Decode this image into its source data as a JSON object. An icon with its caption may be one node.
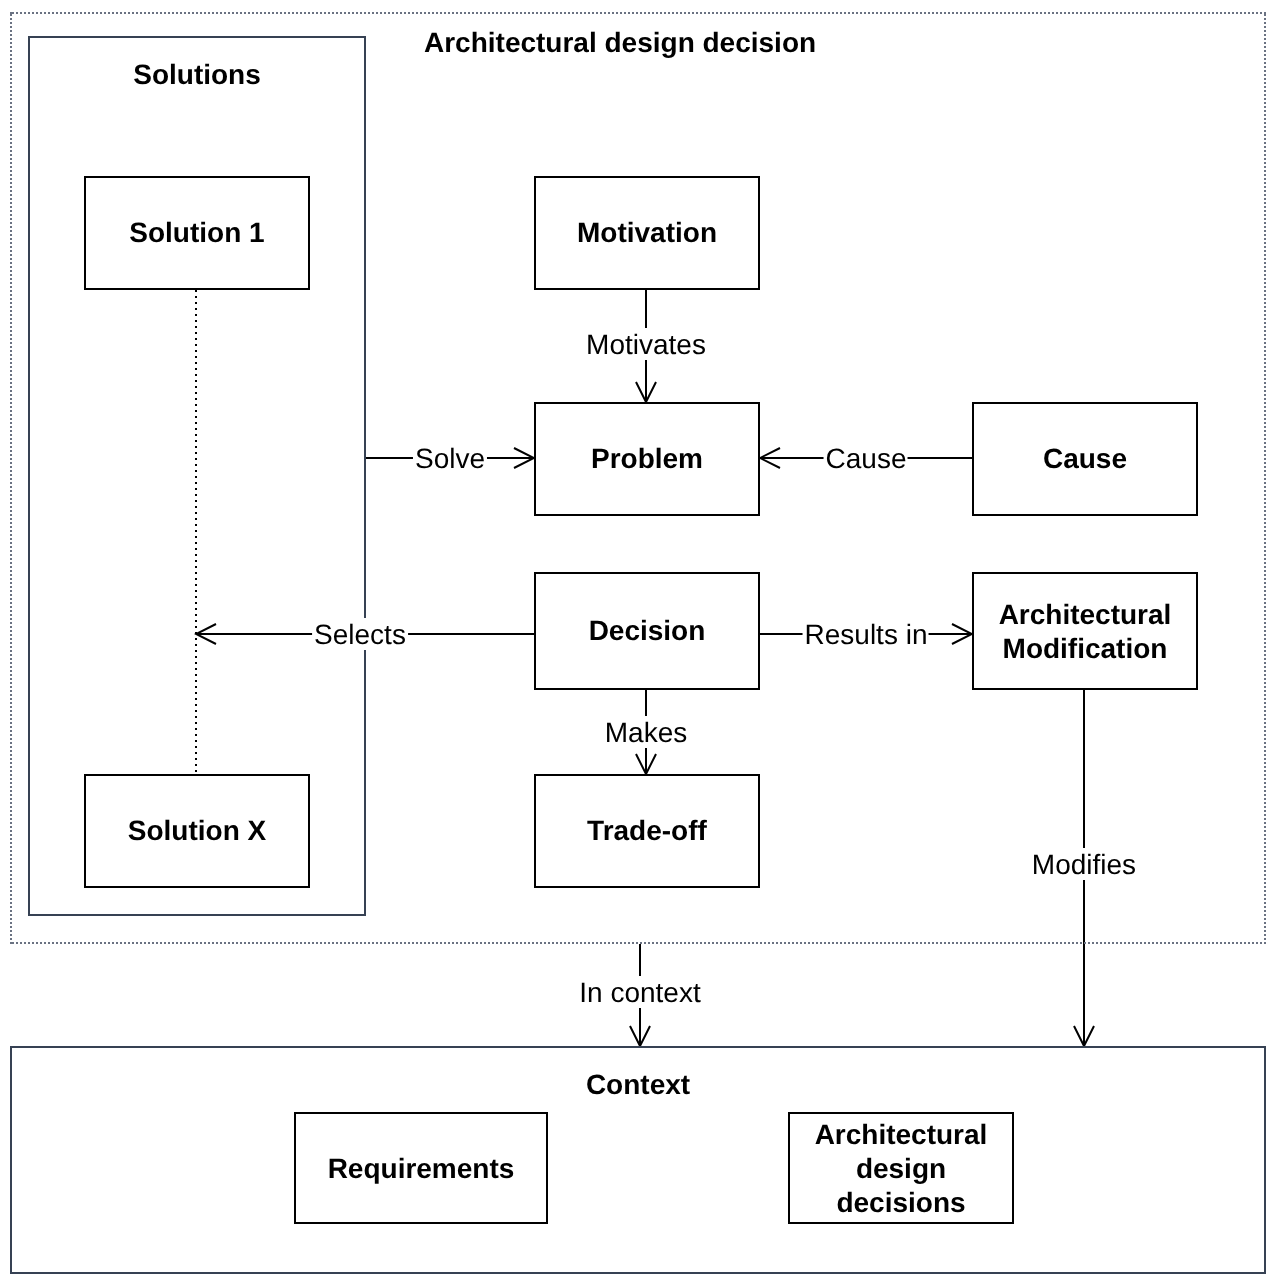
{
  "diagram": {
    "nodes": [
      {
        "text": [
          "Architectural design decision"
        ]
      },
      {
        "text": [
          "Solutions"
        ],
        "in": 0
      },
      {
        "text": [
          "Solution 1"
        ],
        "in": 1
      },
      {
        "text": [
          "Solution X"
        ],
        "in": 1
      },
      {
        "text": [
          "Motivation"
        ],
        "in": 0
      },
      {
        "text": [
          "Problem"
        ],
        "in": 0
      },
      {
        "text": [
          "Cause"
        ],
        "in": 0
      },
      {
        "text": [
          "Decision"
        ],
        "in": 0
      },
      {
        "text": [
          "Architectural Modification"
        ],
        "in": 0
      },
      {
        "text": [
          "Trade-off"
        ],
        "in": 0
      },
      {
        "text": [
          "Context"
        ]
      },
      {
        "text": [
          "Requirements"
        ],
        "in": 10
      },
      {
        "text": [
          "Architectural design decisions"
        ],
        "in": 10
      }
    ],
    "edges": [
      {
        "from": 4,
        "to": 5,
        "arrow": "to",
        "label": "Motivates"
      },
      {
        "from": 1,
        "to": 5,
        "arrow": "to",
        "label": "Solve"
      },
      {
        "from": 6,
        "to": 5,
        "arrow": "to",
        "label": "Cause"
      },
      {
        "from": 7,
        "to": null,
        "arrow": "to",
        "label": "Selects"
      },
      {
        "from": 7,
        "to": 8,
        "arrow": "to",
        "label": "Results in"
      },
      {
        "from": 7,
        "to": 9,
        "arrow": "to",
        "label": "Makes"
      },
      {
        "from": 0,
        "to": 10,
        "arrow": "to",
        "label": "In context"
      },
      {
        "from": 8,
        "to": 10,
        "arrow": "to",
        "label": "Modifies"
      },
      {
        "from": 2,
        "to": 3,
        "arrow": "none",
        "style": "dashed"
      }
    ]
  }
}
